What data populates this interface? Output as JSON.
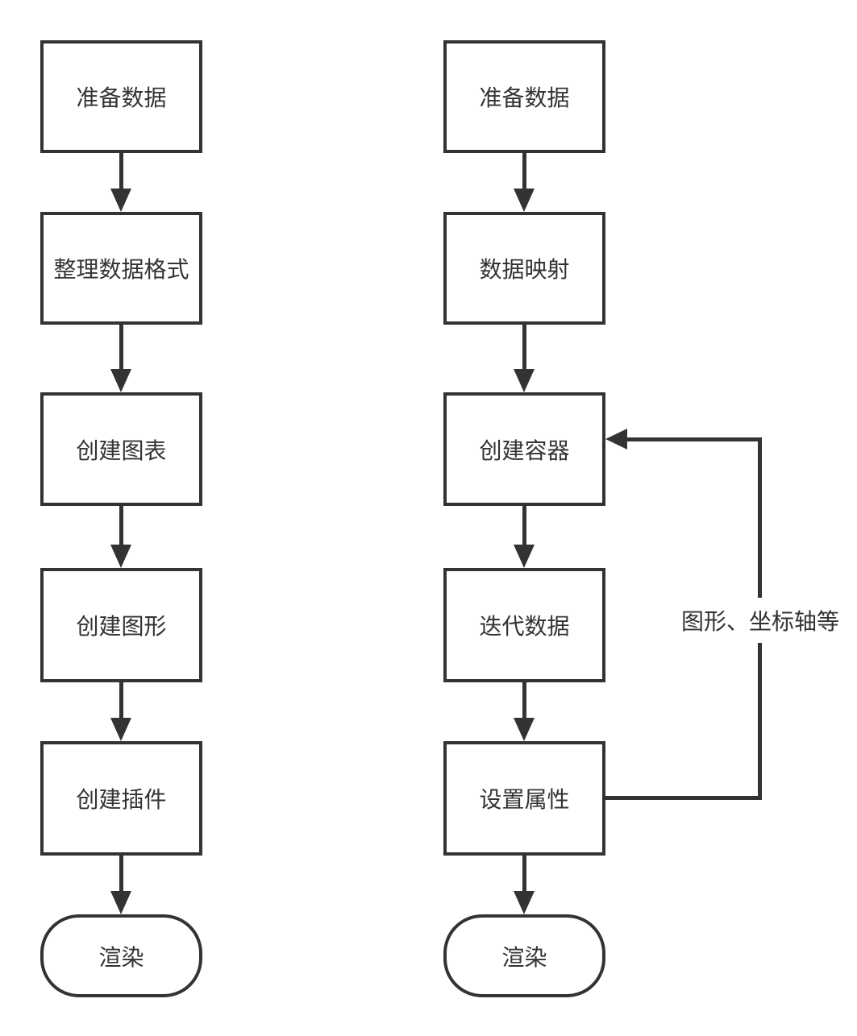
{
  "diagram": {
    "left_flow": {
      "nodes": [
        {
          "id": "prepare-data",
          "label": "准备数据",
          "shape": "rect"
        },
        {
          "id": "format-data",
          "label": "整理数据格式",
          "shape": "rect"
        },
        {
          "id": "create-chart",
          "label": "创建图表",
          "shape": "rect"
        },
        {
          "id": "create-graphic",
          "label": "创建图形",
          "shape": "rect"
        },
        {
          "id": "create-plugin",
          "label": "创建插件",
          "shape": "rect"
        },
        {
          "id": "render",
          "label": "渲染",
          "shape": "stadium"
        }
      ]
    },
    "right_flow": {
      "nodes": [
        {
          "id": "prepare-data",
          "label": "准备数据",
          "shape": "rect"
        },
        {
          "id": "data-mapping",
          "label": "数据映射",
          "shape": "rect"
        },
        {
          "id": "create-container",
          "label": "创建容器",
          "shape": "rect"
        },
        {
          "id": "iterate-data",
          "label": "迭代数据",
          "shape": "rect"
        },
        {
          "id": "set-attributes",
          "label": "设置属性",
          "shape": "rect"
        },
        {
          "id": "render",
          "label": "渲染",
          "shape": "stadium"
        }
      ],
      "loop_label": "图形、坐标轴等"
    },
    "colors": {
      "stroke": "#333333",
      "text": "#333333",
      "background": "#ffffff"
    }
  }
}
